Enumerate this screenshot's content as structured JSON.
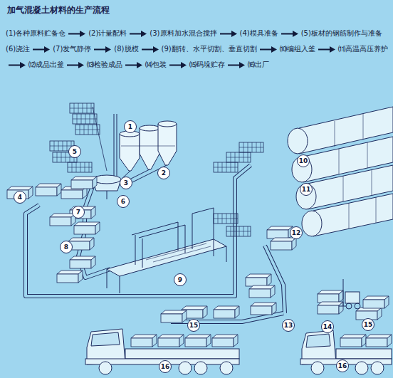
{
  "diagram": {
    "title": "加气混凝土材料的生产流程",
    "labels": [
      "(1)各种原料贮备仓",
      "(2)计量配料",
      "(3)原料加水混合搅拌",
      "(4)模具准备",
      "(5)板材的钢筋制作与准备",
      "(6)浇注",
      "(7)发气静停",
      "(8)脱模",
      "(9)翻转、水平切割、垂直切割",
      "⑽编组入釜",
      "⑾高温高压养护",
      "⑿成品出釜",
      "⒀检验成品",
      "⒁包装",
      "⒂码垛贮存",
      "⒃出厂",
      "1",
      "2",
      "3",
      "4",
      "5",
      "6",
      "7",
      "8",
      "9",
      "10",
      "11",
      "12",
      "13",
      "14",
      "15",
      "15",
      "16",
      "16"
    ]
  }
}
